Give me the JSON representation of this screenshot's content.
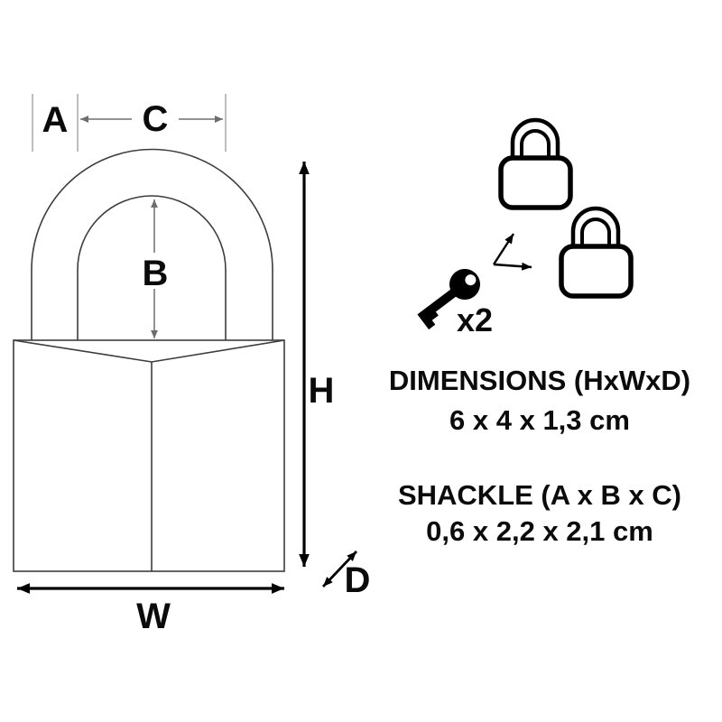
{
  "diagram_labels": {
    "A": "A",
    "B": "B",
    "C": "C",
    "H": "H",
    "W": "W",
    "D": "D"
  },
  "key_count_label": "x2",
  "specs": {
    "dimensions_title": "DIMENSIONS (HxWxD)",
    "dimensions_value": "6 x 4 x 1,3 cm",
    "shackle_title": "SHACKLE (A x B x C)",
    "shackle_value": "0,6 x 2,2 x 2,1 cm"
  },
  "icons": {
    "key": "key-icon",
    "padlock_top": "padlock-icon",
    "padlock_bottom": "padlock-icon"
  },
  "colors": {
    "background": "#ffffff",
    "outline": "#3d3d3d",
    "tick": "#9a9a9a",
    "dimension_line": "#6e6e6e",
    "ink": "#000000"
  }
}
